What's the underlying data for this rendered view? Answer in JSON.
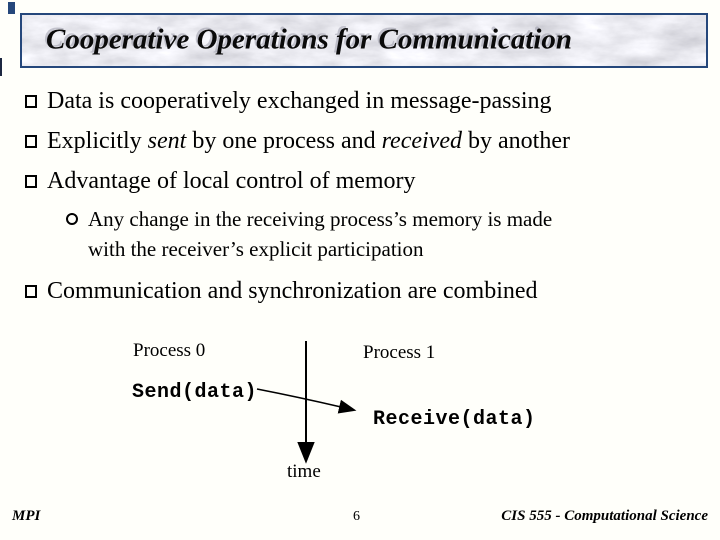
{
  "slide": {
    "title": "Cooperative Operations for Communication",
    "bullets": [
      {
        "text": "Data is cooperatively exchanged in message-passing"
      },
      {
        "part1": "Explicitly ",
        "em1": "sent",
        "part2": " by one process and ",
        "em2": "received",
        "part3": " by another"
      },
      {
        "text": "Advantage of local control of memory"
      },
      {
        "line1": "Any change in the receiving process’s memory is made",
        "line2": "with the receiver’s explicit participation"
      },
      {
        "text": "Communication and synchronization are combined"
      }
    ],
    "diagram": {
      "process0": "Process 0",
      "process1": "Process 1",
      "send_call": "Send(data)",
      "receive_call": "Receive(data)",
      "time_label": "time"
    },
    "footer": {
      "left": "MPI",
      "page_number": "6",
      "right": "CIS 555 - Computational Science"
    },
    "colors": {
      "border_navy": "#25477b",
      "ink": "#000000",
      "banner_base": "#e7e8ee"
    }
  }
}
